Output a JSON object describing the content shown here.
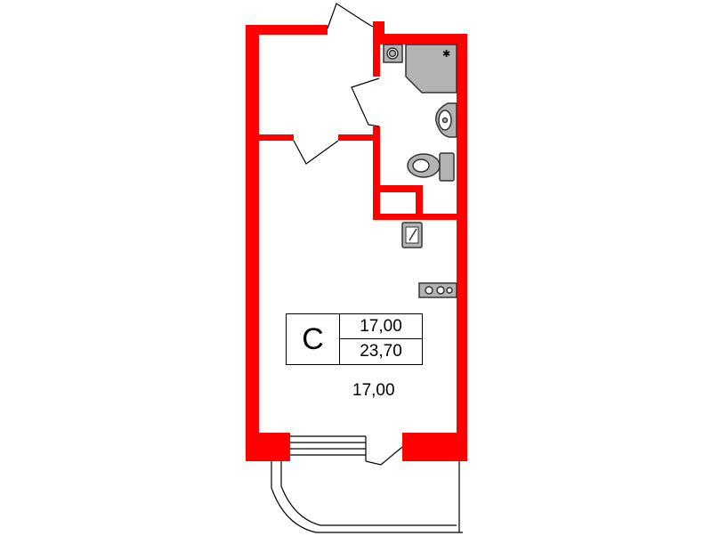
{
  "apartment": {
    "type_letter": "С",
    "living_area": "17,00",
    "total_area": "23,70"
  },
  "rooms": {
    "main_room_area": "17,00"
  },
  "colors": {
    "wall": "#ff0000",
    "fixture_fill": "#b3b3b3",
    "fixture_stroke": "#333333",
    "line": "#000000"
  }
}
